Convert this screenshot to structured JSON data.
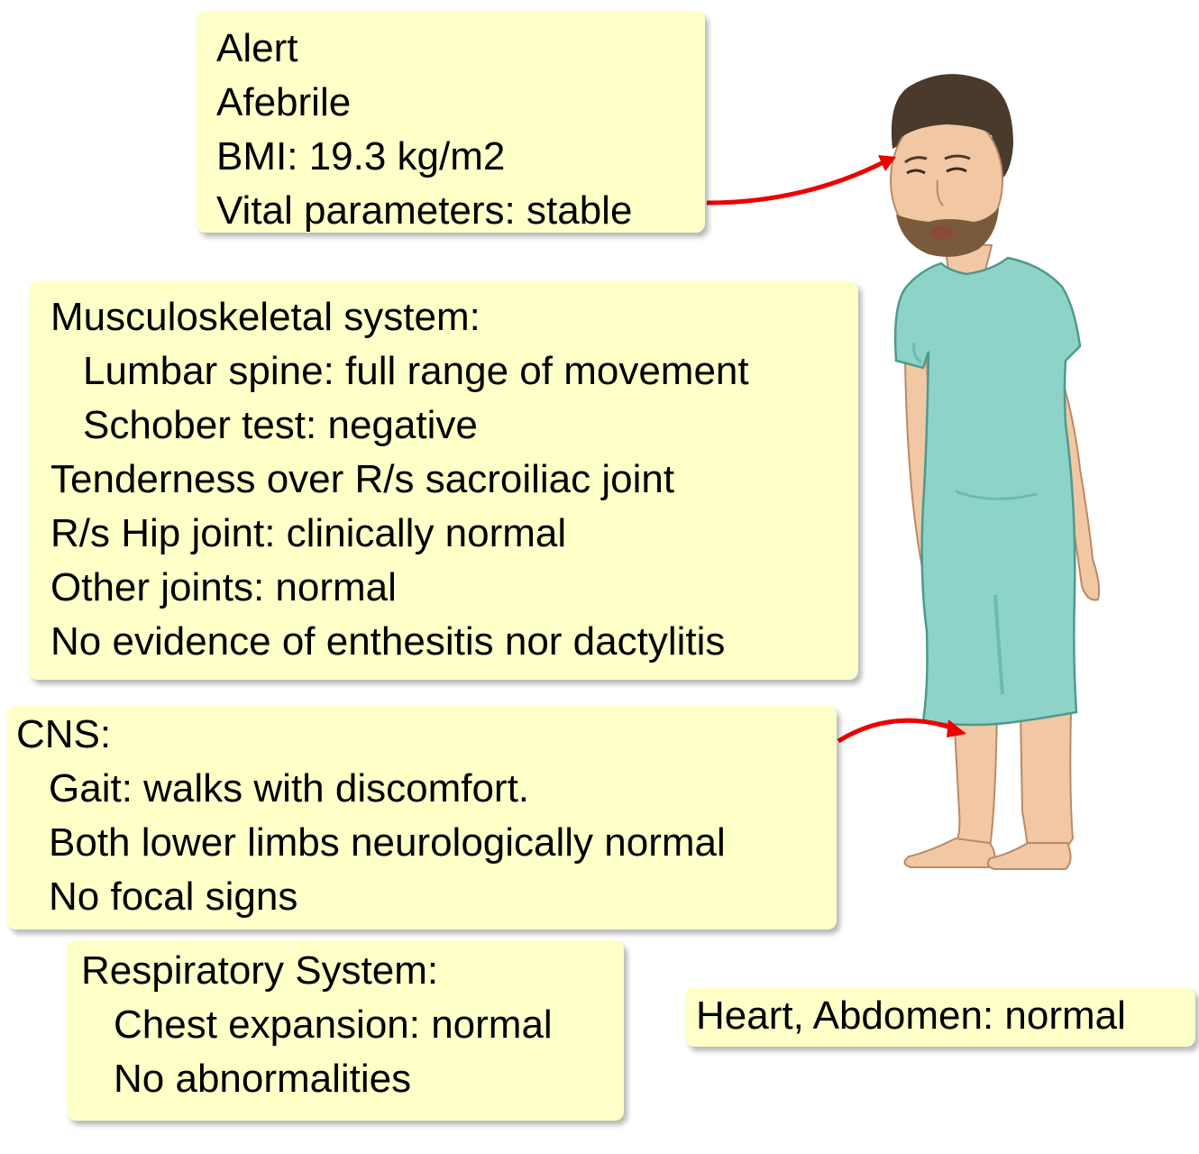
{
  "general": {
    "lines": [
      "Alert",
      "Afebrile",
      "BMI: 19.3 kg/m2",
      "Vital parameters: stable"
    ]
  },
  "musculoskeletal": {
    "heading": "Musculoskeletal system:",
    "sub": [
      "Lumbar spine: full range of movement",
      "Schober test: negative"
    ],
    "lines": [
      "Tenderness over R/s sacroiliac joint",
      "R/s Hip joint: clinically normal",
      "Other joints: normal",
      "No evidence of enthesitis nor dactylitis"
    ]
  },
  "cns": {
    "heading": "CNS:",
    "sub": [
      "Gait: walks with discomfort.",
      "Both lower limbs neurologically normal",
      "No focal signs"
    ]
  },
  "respiratory": {
    "heading": "Respiratory System:",
    "sub": [
      "Chest expansion: normal",
      "No abnormalities"
    ]
  },
  "heart_abdomen": {
    "text": "Heart, Abdomen: normal"
  },
  "colors": {
    "box_fill": "#ffffc8",
    "arrow": "#ee0000",
    "gown": "#8ed3c8",
    "skin": "#f2c8a4",
    "hair": "#4a3a2c"
  }
}
